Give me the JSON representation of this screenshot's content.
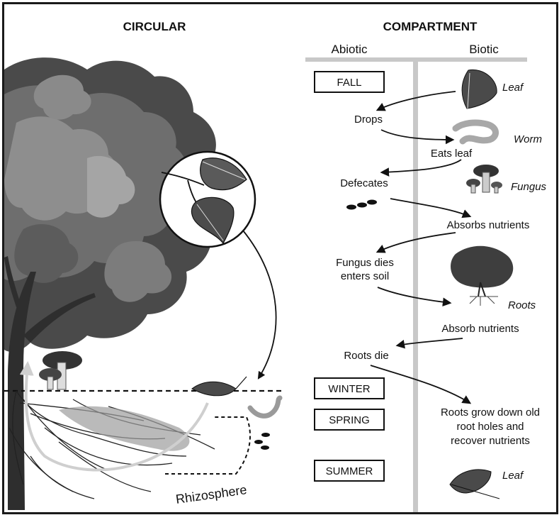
{
  "headings": {
    "left": "CIRCULAR",
    "right": "COMPARTMENT"
  },
  "columns": {
    "abiotic": "Abiotic",
    "biotic": "Biotic"
  },
  "seasons": {
    "fall": "FALL",
    "winter": "WINTER",
    "spring": "SPRING",
    "summer": "SUMMER"
  },
  "organisms": {
    "leaf_top": "Leaf",
    "worm": "Worm",
    "fungus": "Fungus",
    "roots": "Roots",
    "leaf_bottom": "Leaf"
  },
  "steps": {
    "drops": "Drops",
    "eats_leaf": "Eats leaf",
    "defecates": "Defecates",
    "absorbs_nutrients": "Absorbs nutrients",
    "fungus_dies_line1": "Fungus dies",
    "fungus_dies_line2": "enters soil",
    "absorb_nutrients": "Absorb nutrients",
    "roots_die": "Roots die",
    "roots_grow_line1": "Roots grow down old",
    "roots_grow_line2": "root holes and",
    "roots_grow_line3": "recover nutrients"
  },
  "labels": {
    "rhizosphere": "Rhizosphere"
  },
  "colors": {
    "divider": "#c8c8c8",
    "tree_dark": "#3a3a3a",
    "tree_mid": "#6b6b6b",
    "tree_light": "#9a9a9a",
    "ink": "#111111"
  }
}
